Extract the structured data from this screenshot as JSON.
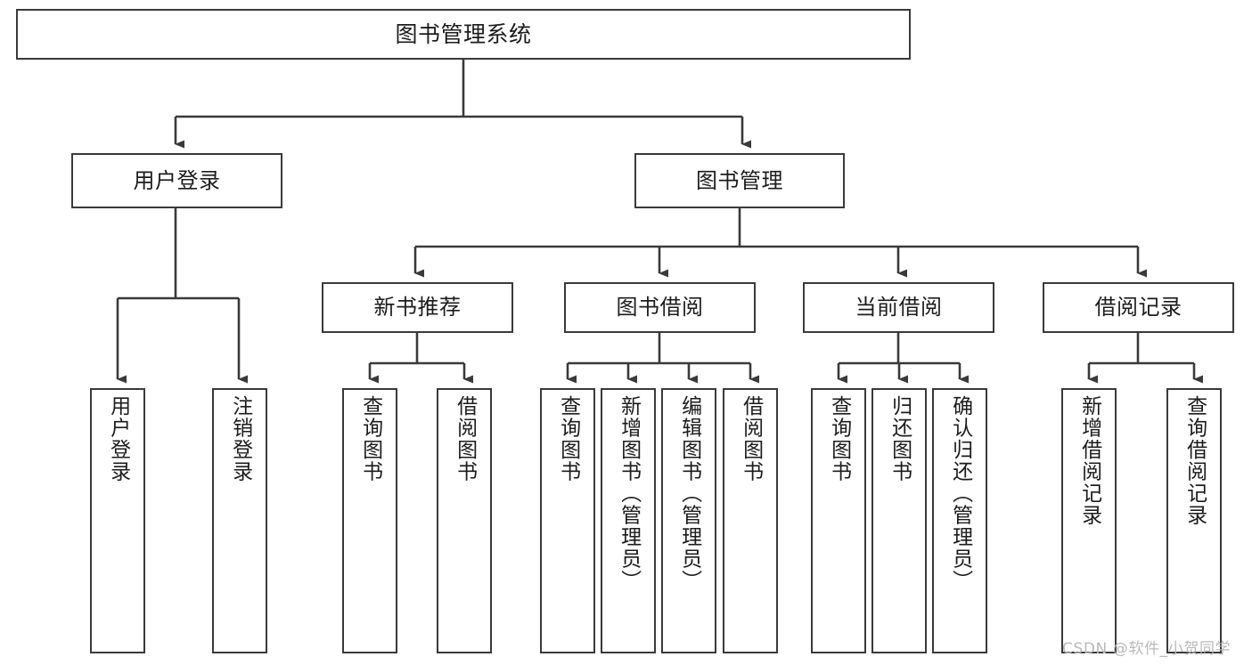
{
  "diagram": {
    "type": "tree-hierarchy",
    "title": "图书管理系统",
    "orientation": "top-down",
    "line_color": "#3a3a3a",
    "box_fill": "#ffffff",
    "text_color": "#1c1c1c"
  },
  "root": {
    "label": "图书管理系统"
  },
  "level2": [
    {
      "label": "用户登录"
    },
    {
      "label": "图书管理"
    }
  ],
  "level3": [
    {
      "label": "新书推荐"
    },
    {
      "label": "图书借阅"
    },
    {
      "label": "当前借阅"
    },
    {
      "label": "借阅记录"
    }
  ],
  "leaves": {
    "user_login": [
      {
        "label": "用户登录"
      },
      {
        "label": "注销登录"
      }
    ],
    "new_book": [
      {
        "label": "查询图书"
      },
      {
        "label": "借阅图书"
      }
    ],
    "borrow_book": [
      {
        "label": "查询图书"
      },
      {
        "label": "新增图书（管理员）"
      },
      {
        "label": "编辑图书（管理员）"
      },
      {
        "label": "借阅图书"
      }
    ],
    "current_borrow": [
      {
        "label": "查询图书"
      },
      {
        "label": "归还图书"
      },
      {
        "label": "确认归还（管理员）"
      }
    ],
    "borrow_record": [
      {
        "label": "新增借阅记录"
      },
      {
        "label": "查询借阅记录"
      }
    ]
  },
  "watermark": {
    "text": "CSDN @软件_小贺同学"
  }
}
